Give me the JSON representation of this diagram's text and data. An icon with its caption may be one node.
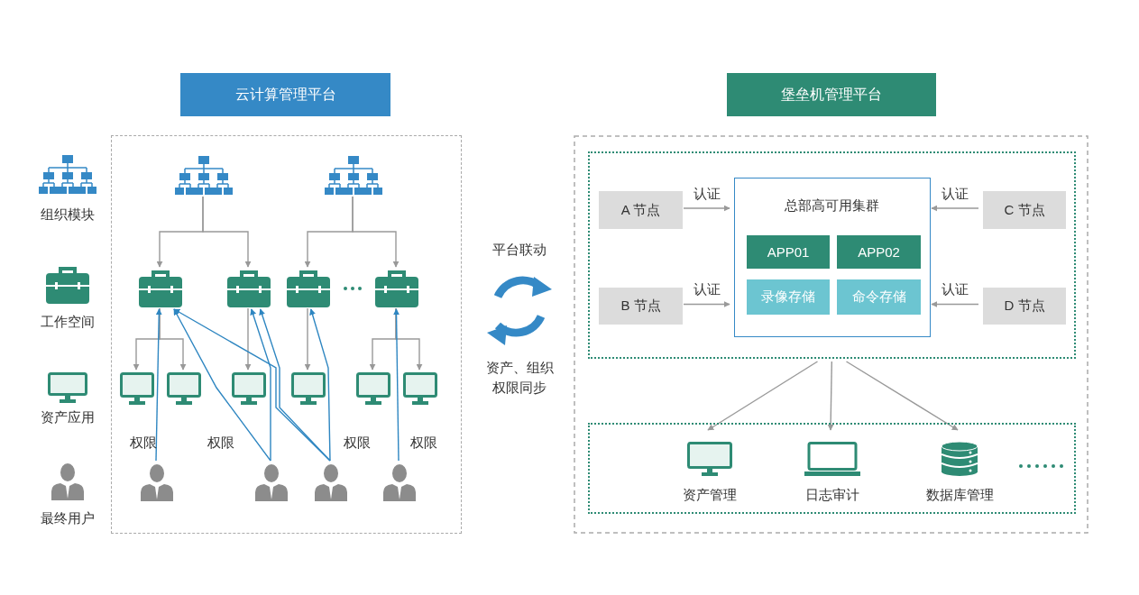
{
  "diagram": {
    "nodes": [
      {
        "text": [
          "云计算管理平台"
        ]
      },
      {
        "text": [],
        "shape": "box"
      },
      {
        "text": [],
        "shape": "picture",
        "in": 1
      },
      {
        "text": [],
        "shape": "picture",
        "in": 1
      },
      {
        "text": [],
        "shape": "picture",
        "in": 1
      },
      {
        "text": [],
        "shape": "picture",
        "in": 1
      },
      {
        "text": [],
        "shape": "picture",
        "in": 1
      },
      {
        "text": [],
        "shape": "picture",
        "in": 1
      },
      {
        "text": [],
        "shape": "box",
        "in": 1
      },
      {
        "text": [],
        "shape": "box",
        "in": 1
      },
      {
        "text": [],
        "shape": "box",
        "in": 1
      },
      {
        "text": [],
        "shape": "box",
        "in": 1
      },
      {
        "text": [],
        "shape": "box",
        "in": 1
      },
      {
        "text": [],
        "shape": "box",
        "in": 1
      },
      {
        "text": [],
        "shape": "person",
        "in": 1
      },
      {
        "text": [],
        "shape": "person",
        "in": 1
      },
      {
        "text": [],
        "shape": "person",
        "in": 1
      },
      {
        "text": [],
        "shape": "person",
        "in": 1
      },
      {
        "text": [
          "堡垒机管理平台"
        ]
      },
      {
        "text": [],
        "shape": "box"
      },
      {
        "text": [
          "A 节点"
        ],
        "in": 19
      },
      {
        "text": [
          "总部高可用集群"
        ],
        "in": 19
      },
      {
        "text": [
          "APP01"
        ],
        "in": 21
      },
      {
        "text": [
          "APP02"
        ],
        "in": 21
      },
      {
        "text": [
          "录像存储"
        ],
        "in": 21
      },
      {
        "text": [
          "命令存储"
        ],
        "in": 21
      },
      {
        "text": [
          "C 节点"
        ],
        "in": 19
      },
      {
        "text": [
          "B 节点"
        ],
        "in": 19
      },
      {
        "text": [
          "D 节点"
        ],
        "in": 19
      },
      {
        "text": [],
        "shape": "box"
      },
      {
        "text": [
          "资产管理"
        ],
        "in": 29
      },
      {
        "text": [
          "日志审计"
        ],
        "in": 29
      },
      {
        "text": [
          "数据库管理"
        ],
        "in": 29
      }
    ],
    "edges": [
      {
        "from": 2,
        "to": 4,
        "arrow": "to"
      },
      {
        "from": 2,
        "to": 5,
        "arrow": "to"
      },
      {
        "from": 3,
        "to": 6,
        "arrow": "to"
      },
      {
        "from": 3,
        "to": 7,
        "arrow": "to"
      },
      {
        "from": 4,
        "to": 8,
        "arrow": "to"
      },
      {
        "from": 4,
        "to": 9,
        "arrow": "to"
      },
      {
        "from": 5,
        "to": 10,
        "arrow": "to"
      },
      {
        "from": 6,
        "to": 11,
        "arrow": "to"
      },
      {
        "from": 7,
        "to": 12,
        "arrow": "to"
      },
      {
        "from": 7,
        "to": 13,
        "arrow": "to"
      },
      {
        "from": 14,
        "to": 4,
        "arrow": "to",
        "color": "#2e86c1"
      },
      {
        "from": 15,
        "to": 4,
        "arrow": "to",
        "color": "#2e86c1"
      },
      {
        "from": 15,
        "to": 5,
        "arrow": "to",
        "color": "#2e86c1"
      },
      {
        "from": 16,
        "to": 4,
        "arrow": "to",
        "color": "#2e86c1"
      },
      {
        "from": 16,
        "to": 5,
        "arrow": "to",
        "color": "#2e86c1"
      },
      {
        "from": 16,
        "to": 6,
        "arrow": "to",
        "color": "#2e86c1"
      },
      {
        "from": 17,
        "to": 7,
        "arrow": "to",
        "color": "#2e86c1"
      },
      {
        "from": 20,
        "to": 21,
        "arrow": "to",
        "label": "认证"
      },
      {
        "from": 26,
        "to": 21,
        "arrow": "to",
        "label": "认证"
      },
      {
        "from": 27,
        "to": 21,
        "arrow": "to",
        "label": "认证"
      },
      {
        "from": 28,
        "to": 21,
        "arrow": "to",
        "label": "认证"
      },
      {
        "from": 19,
        "to": 30,
        "arrow": "to"
      },
      {
        "from": 19,
        "to": 31,
        "arrow": "to"
      },
      {
        "from": 19,
        "to": 32,
        "arrow": "to"
      }
    ],
    "labels": [
      "权限",
      "权限",
      "权限",
      "权限",
      "平台联动",
      "资产、组织权限同步"
    ],
    "legend": [
      {
        "text": "组织模块"
      },
      {
        "text": "工作空间"
      },
      {
        "text": "资产应用"
      },
      {
        "text": "最终用户"
      }
    ]
  }
}
